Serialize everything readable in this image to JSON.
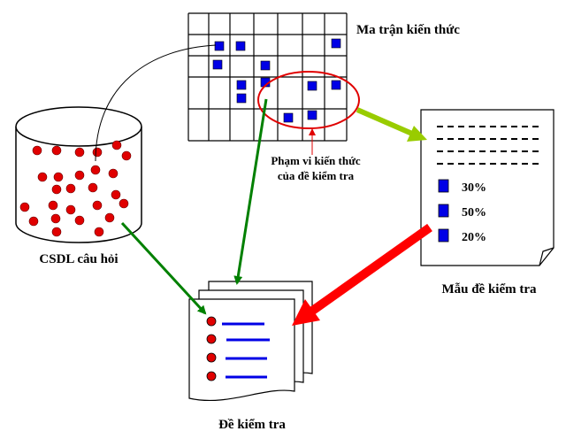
{
  "labels": {
    "matrix": "Ma trận kiến thức",
    "database": "CSDL câu hỏi",
    "template": "Mẫu đề kiểm tra",
    "exam": "Đề kiểm tra",
    "scope_line1": "Phạm vi kiến thức",
    "scope_line2": "của đề kiểm tra"
  },
  "template_percentages": [
    "30%",
    "50%",
    "20%"
  ],
  "colors": {
    "question_dot": "#e00000",
    "matrix_cell": "#0000e6",
    "scope_ellipse": "#e00000",
    "arrow_to_template": "#99cc00",
    "arrow_to_exam_main": "#ff0000",
    "arrow_green": "#008000",
    "exam_lines": "#0000e6"
  }
}
